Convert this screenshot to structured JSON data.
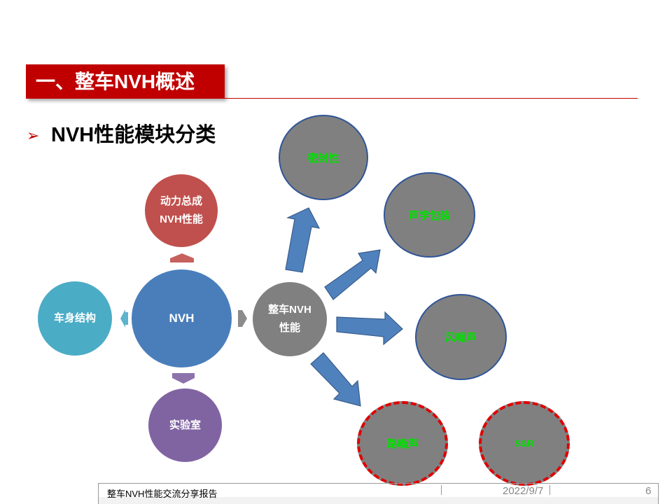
{
  "slide": {
    "title": "一、整车NVH概述",
    "section_heading": "NVH性能模块分类",
    "bullet_icon": "arrow-bullet-icon"
  },
  "diagram": {
    "center": "NVH",
    "top": "动力总成\nNVH性能",
    "left": "车身结构",
    "bottom": "实验室",
    "vehicle": "整车NVH\n性能",
    "branches": [
      "密封性",
      "声学包装",
      "风噪声",
      "路噪声",
      "S&R"
    ]
  },
  "colors": {
    "title_bg": "#c00000",
    "center": "#4a7ebb",
    "top": "#c0504d",
    "left": "#4bacc6",
    "bottom": "#8064a2",
    "vehicle": "#808080",
    "branch_text": "#00e000",
    "arrow": "#4f81bd"
  },
  "footer": {
    "title": "整车NVH性能交流分享报告",
    "date": "2022/9/7",
    "page": "6"
  }
}
